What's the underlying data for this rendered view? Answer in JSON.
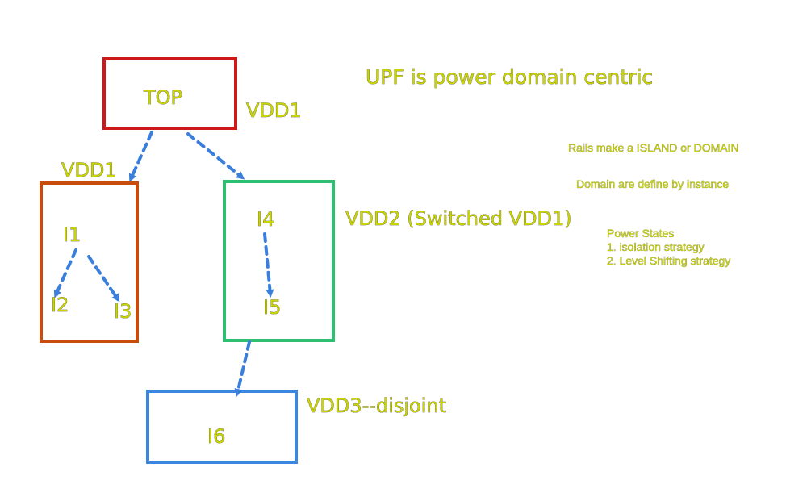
{
  "title": "UPF is power domain centric",
  "nodes": {
    "top": "TOP",
    "i1": "I1",
    "i2": "I2",
    "i3": "I3",
    "i4": "I4",
    "i5": "I5",
    "i6": "I6"
  },
  "domains": {
    "top": {
      "label": "VDD1",
      "color": "#cc1a1a"
    },
    "left": {
      "label": "VDD1",
      "color": "#c84c0c"
    },
    "middle": {
      "label": "VDD2 (Switched VDD1)",
      "color": "#2fbf71"
    },
    "bottom": {
      "label": "VDD3--disjoint",
      "color": "#3a86e0"
    }
  },
  "notes": {
    "rails": "Rails make a ISLAND or DOMAIN",
    "domain_def": "Domain are define by instance",
    "power_states_title": "Power States",
    "power_states_1": "1. isolation strategy",
    "power_states_2": "2. Level Shifting strategy"
  },
  "colors": {
    "text": "#c9d400",
    "arrow": "#3a7fdc"
  }
}
